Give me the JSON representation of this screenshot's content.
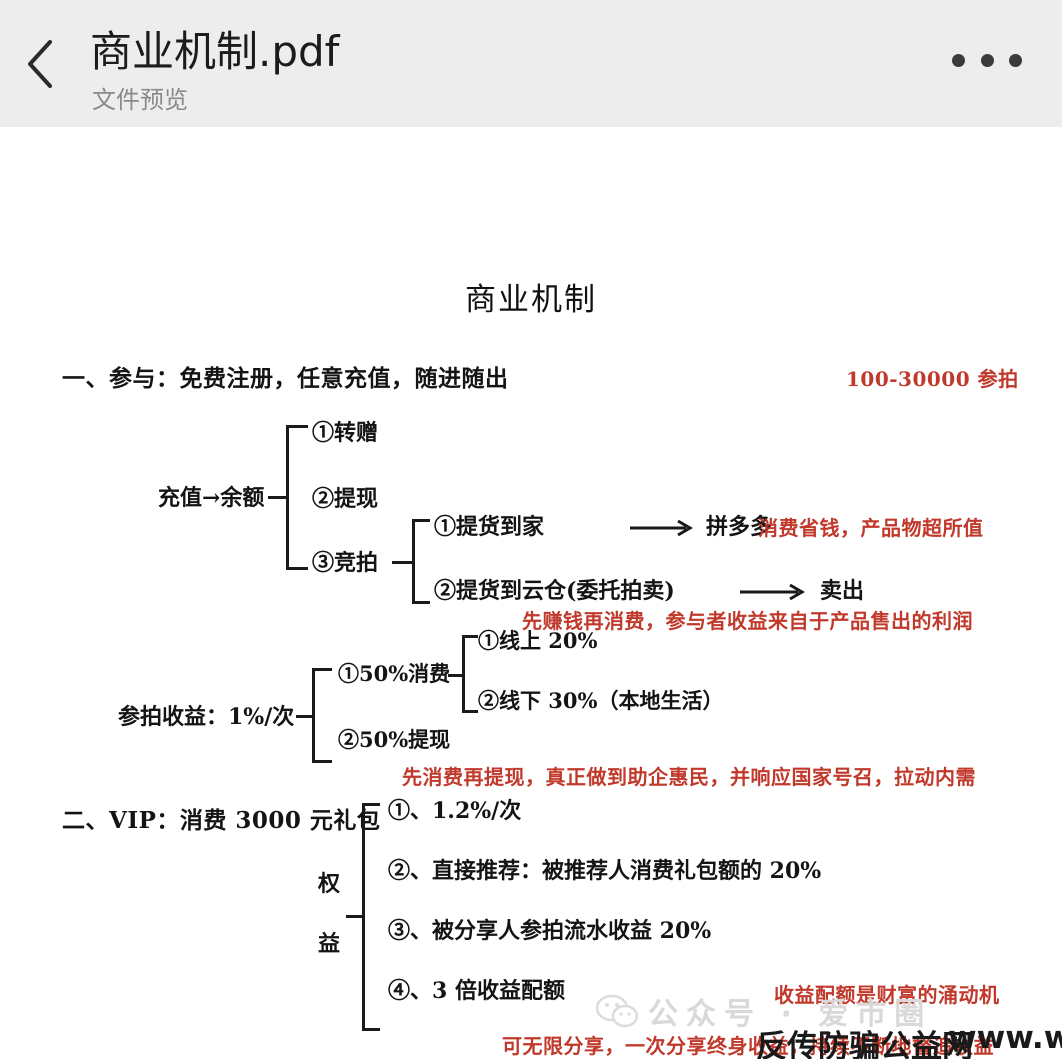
{
  "header": {
    "title": "商业机制.pdf",
    "subtitle": "文件预览",
    "back_icon": "chevron-left-icon",
    "more_icon": "more-horizontal-icon"
  },
  "document": {
    "title": "商业机制",
    "sections": [
      {
        "heading": "一、参与：免费注册，任意充值，随进随出",
        "heading_note": "100-30000 参拍",
        "root": "充值→余额",
        "branches": [
          {
            "label": "①转赠"
          },
          {
            "label": "②提现"
          },
          {
            "label": "③竞拍"
          }
        ],
        "sub_branches": [
          {
            "label": "①提货到家",
            "arrow_target": "拼多多"
          },
          {
            "label": "②提货到云仓(委托拍卖)",
            "arrow_target": "卖出"
          }
        ],
        "note_right": "消费省钱，产品物超所值",
        "note_below": "先赚钱再消费，参与者收益来自于产品售出的利润"
      },
      {
        "root": "参拍收益：1%/次",
        "branches": [
          {
            "label": "①50%消费"
          },
          {
            "label": "②50%提现"
          }
        ],
        "sub_branches": [
          {
            "label": "①线上 20%"
          },
          {
            "label": "②线下 30%（本地生活）"
          }
        ],
        "note_below": "先消费再提现，真正做到助企惠民，并响应国家号召，拉动内需"
      },
      {
        "heading": "二、VIP：消费 3000 元礼包",
        "side_label_top": "权",
        "side_label_bottom": "益",
        "items": [
          {
            "label": "①、1.2%/次"
          },
          {
            "label": "②、直接推荐：被推荐人消费礼包额的 20%"
          },
          {
            "label": "③、被分享人参拍流水收益 20%"
          },
          {
            "label": "④、3 倍收益配额"
          }
        ],
        "note_right": "收益配额是财富的涌动机",
        "note_below": "可无限分享，一次分享终身收益，持续不断地督追收益"
      }
    ]
  },
  "watermarks": {
    "gray_text": "公众号 · 爱市圈",
    "gray_icon": "wechat-icon",
    "dark_site_name": "反传防骗公益网",
    "dark_site_url": "www.wazi.cc"
  },
  "colors": {
    "header_bg": "#ededed",
    "page_bg": "#ffffff",
    "text": "#141414",
    "accent_red": "#c0392b",
    "muted": "#8a8a8a",
    "watermark_gray": "#d9d9d9"
  }
}
